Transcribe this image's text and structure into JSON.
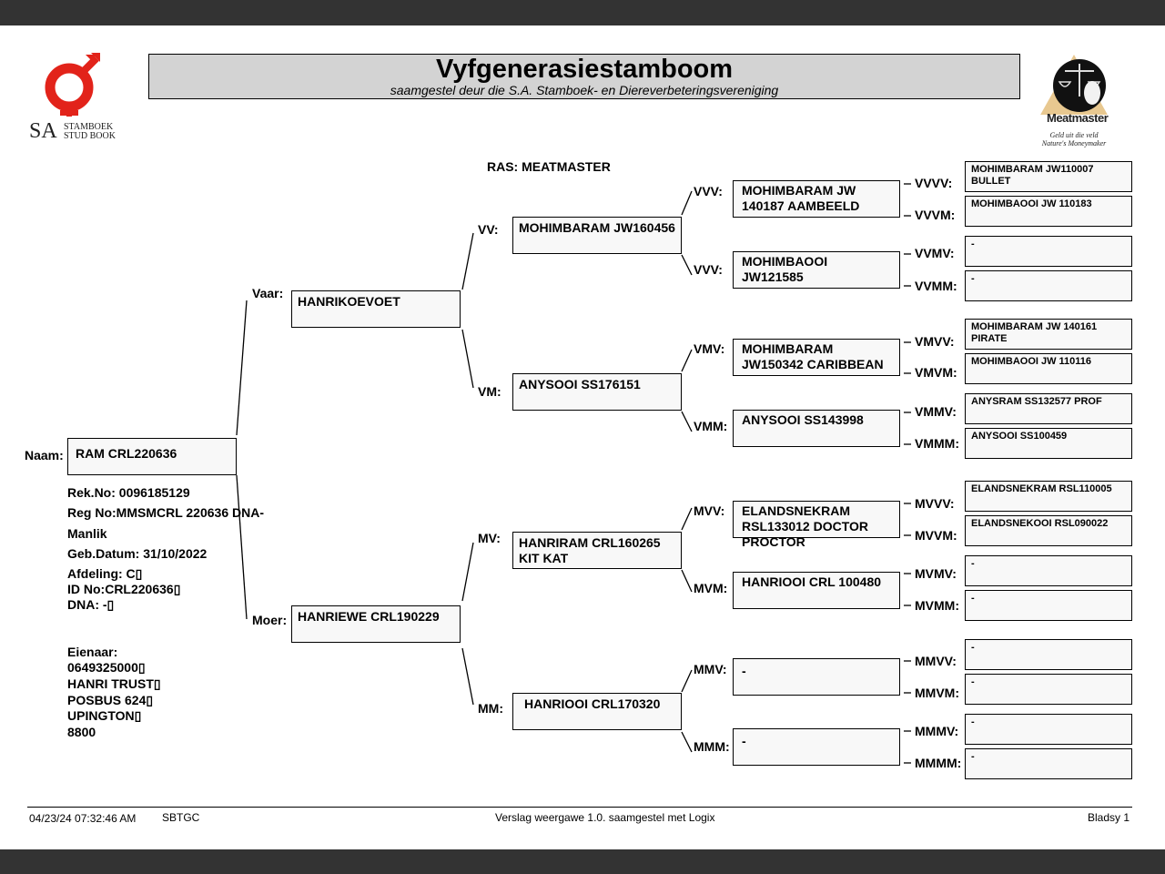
{
  "header": {
    "title": "Vyfgenerasiestamboom",
    "subtitle": "saamgestel deur die S.A. Stamboek- en Diereverbeteringsvereniging"
  },
  "logo_left": {
    "sa": "SA",
    "line1": "STAMBOEK",
    "line2": "STUD BOOK"
  },
  "logo_right": {
    "brand": "Meatmaster",
    "tag1": "Geld uit die veld",
    "tag2": "Nature's Moneymaker"
  },
  "breed": "RAS: MEATMASTER",
  "labels": {
    "naam": "Naam:",
    "vaar": "Vaar:",
    "moer": "Moer:",
    "vv": "VV:",
    "vm": "VM:",
    "mv": "MV:",
    "mm": "MM:",
    "vvv": "VVV:",
    "vvm": "VVV:",
    "vmv": "VMV:",
    "vmm": "VMM:",
    "mvv": "MVV:",
    "mvm": "MVM:",
    "mmv": "MMV:",
    "mmm": "MMM:",
    "vvvv": "VVVV:",
    "vvvm": "VVVM:",
    "vvmv": "VVMV:",
    "vvmm": "VVMM:",
    "vmvv": "VMVV:",
    "vmvm": "VMVM:",
    "vmmv": "VMMV:",
    "vmmm": "VMMM:",
    "mvvv": "MVVV:",
    "mvvm": "MVVM:",
    "mvmv": "MVMV:",
    "mvmm": "MVMM:",
    "mmvv": "MMVV:",
    "mmvm": "MMVM:",
    "mmmv": "MMMV:",
    "mmmm": "MMMM:"
  },
  "animal": {
    "name": "RAM CRL220636",
    "rek_no": "Rek.No: 0096185129",
    "reg_no": "Reg No:MMSMCRL 220636 DNA-",
    "sex": "Manlik",
    "birth": "Geb.Datum: 31/10/2022",
    "afdeling": "Afdeling: C▯",
    "id_no": "ID No:CRL220636▯",
    "dna": "DNA: -▯"
  },
  "owner": {
    "label": "Eienaar:",
    "phone": "0649325000▯",
    "name": "HANRI TRUST▯",
    "box": "POSBUS 624▯",
    "town": "UPINGTON▯",
    "code": "8800"
  },
  "pedigree": {
    "vaar": "HANRIKOEVOET",
    "moer": "HANRIEWE CRL190229",
    "vv": "MOHIMBARAM JW160456",
    "vm": "ANYSOOI SS176151",
    "mv": "HANRIRAM CRL160265 KIT KAT",
    "mm": "HANRIOOI CRL170320",
    "vvv": "MOHIMBARAM JW 140187 AAMBEELD",
    "vvm": "MOHIMBAOOI JW121585",
    "vmv": "MOHIMBARAM JW150342 CARIBBEAN",
    "vmm": "ANYSOOI SS143998",
    "mvv": "ELANDSNEKRAM RSL133012 DOCTOR PROCTOR",
    "mvm": "HANRIOOI CRL 100480",
    "mmv": "-",
    "mmm": "-",
    "vvvv": "MOHIMBARAM JW110007 BULLET",
    "vvvm": "MOHIMBAOOI JW 110183",
    "vvmv": "-",
    "vvmm": "-",
    "vmvv": "MOHIMBARAM JW 140161 PIRATE",
    "vmvm": "MOHIMBAOOI JW 110116",
    "vmmv": "ANYSRAM SS132577 PROF",
    "vmmm": "ANYSOOI SS100459",
    "mvvv": "ELANDSNEKRAM RSL110005",
    "mvvm": "ELANDSNEKOOI RSL090022",
    "mvmv": "-",
    "mvmm": "-",
    "mmvv": "-",
    "mmvm": "-",
    "mmmv": "-",
    "mmmm": "-"
  },
  "footer": {
    "datetime": "04/23/24 07:32:46 AM",
    "code": "SBTGC",
    "report": "Verslag weergawe 1.0. saamgestel met Logix",
    "page": "Bladsy 1"
  },
  "colors": {
    "logo_red": "#e2231a",
    "title_bg": "#d3d3d3",
    "frame": "#333333"
  }
}
